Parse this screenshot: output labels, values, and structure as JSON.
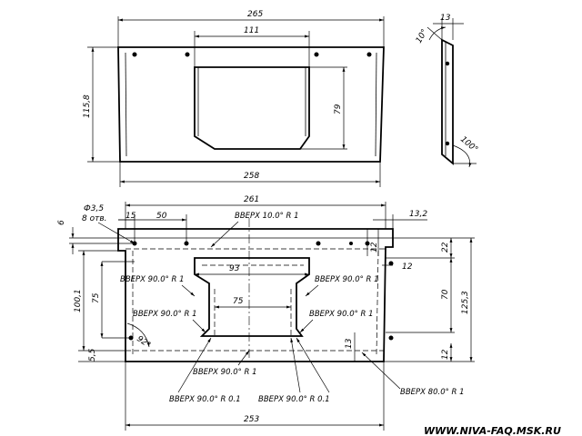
{
  "top_view": {
    "dims": {
      "width_top": "265",
      "width_bottom": "258",
      "height": "115,8",
      "window_width": "111",
      "window_height": "79"
    }
  },
  "side_view": {
    "dims": {
      "thickness": "13",
      "angle_top": "10°",
      "angle_bottom": "100°"
    }
  },
  "bottom_view": {
    "dims": {
      "hole_note": "Ф3,5",
      "hole_count": "8 отв.",
      "edge_6": "6",
      "hole_15": "15",
      "hole_50": "50",
      "width_261": "261",
      "right_13_2": "13,2",
      "right_22": "22",
      "right_12_top": "12",
      "right_12_mid": "12",
      "right_70": "70",
      "right_125_3": "125,3",
      "right_13": "13",
      "right_12_bot": "12",
      "left_100_1": "100,1",
      "left_75": "75",
      "left_5_5": "5,5",
      "window_93": "93",
      "window_75": "75",
      "angle_92": "92°",
      "width_253": "253"
    },
    "bend_notes": {
      "top": "ВВЕРХ 10.0° R 1",
      "left_1": "ВВЕРХ 90.0° R 1",
      "left_2": "ВВЕРХ 90.0° R 1",
      "right_1": "ВВЕРХ 90.0° R 1",
      "right_2": "ВВЕРХ 90.0° R 1",
      "bottom_center": "ВВЕРХ 90.0° R 1",
      "bottom_left": "ВВЕРХ 90.0° R 0.1",
      "bottom_right": "ВВЕРХ 90.0° R 0.1",
      "bottom_far_right": "ВВЕРХ 80.0° R 1"
    }
  },
  "watermark": "WWW.NIVA-FAQ.MSK.RU"
}
